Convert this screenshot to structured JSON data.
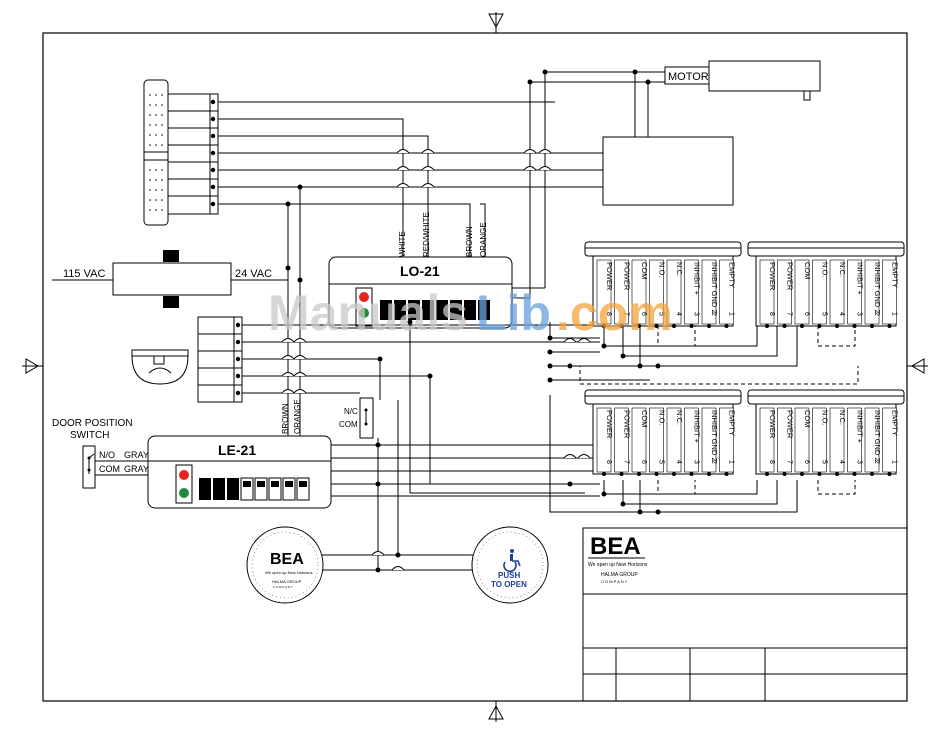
{
  "labels": {
    "motor": "MOTOR",
    "vac115": "115 VAC",
    "vac24": "24  VAC",
    "lo21": "LO-21",
    "le21": "LE-21",
    "door_pos_line1": "DOOR POSITION",
    "door_pos_line2": "SWITCH",
    "no": "N/O",
    "com": "COM",
    "gray": "GRAY",
    "nc": "N/C",
    "com2": "COM",
    "white": "WHITE",
    "red_white": "RED/WHITE",
    "brown": "BROWN",
    "orange": "ORANGE",
    "brown2": "BROWN",
    "orange2": "ORANGE",
    "push_line1": "PUSH",
    "push_line2": "TO OPEN"
  },
  "module_terminals": {
    "names": [
      "POWER",
      "POWER",
      "COM",
      "N.O.",
      "N.C.",
      "INHIBIT +",
      "INHIBIT GND 2",
      "EMPTY"
    ],
    "numbers": [
      "8",
      "7",
      "6",
      "5",
      "4",
      "3",
      "2",
      "1"
    ]
  },
  "logo": {
    "brand": "BEA",
    "tagline": "We open up New Horizons",
    "company_line1": "HALMA GROUP",
    "company_line2": "C O M P A N Y"
  },
  "watermark": {
    "part1": "Manuals",
    "part2": "Lib",
    "part3": ".com"
  },
  "colors": {
    "line": "#000000",
    "led_red": "#e8231f",
    "led_green": "#1f8a3c",
    "watermark_gray": "#c9c9c9",
    "watermark_blue": "#6aa0dc",
    "watermark_orange": "#f2a33a",
    "push_blue": "#1f3f99"
  }
}
